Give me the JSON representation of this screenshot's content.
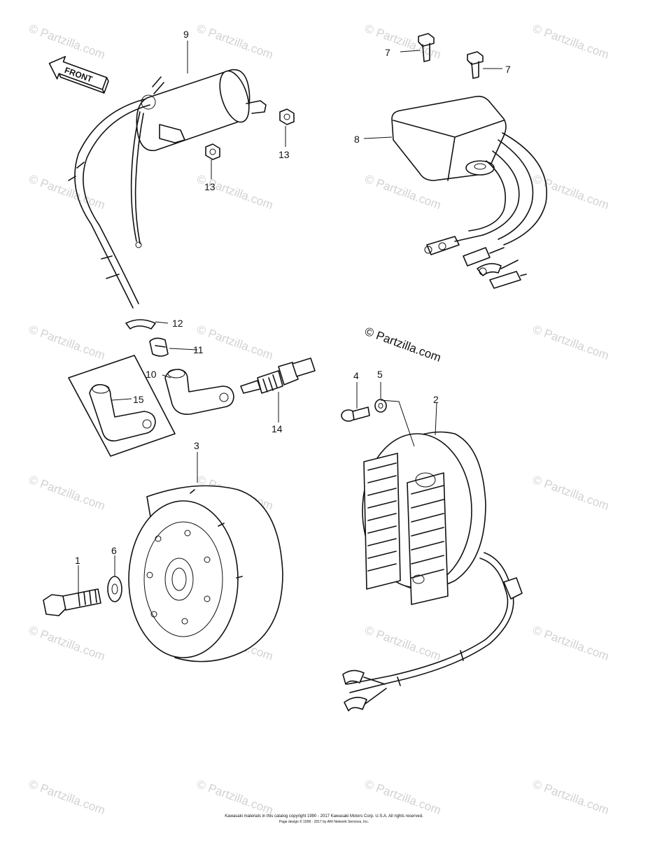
{
  "watermark": "© Partzilla.com",
  "front_label": "FRONT",
  "callouts": {
    "c1": "1",
    "c2": "2",
    "c3": "3",
    "c4": "4",
    "c5": "5",
    "c6": "6",
    "c7a": "7",
    "c7b": "7",
    "c8": "8",
    "c9": "9",
    "c10": "10",
    "c11": "11",
    "c12": "12",
    "c13a": "13",
    "c13b": "13",
    "c14": "14",
    "c15": "15"
  },
  "copyright": {
    "line1": "Kawasaki materials in this catalog copyright 1990 - 2017 Kawasaki Motors Corp. U.S.A. All rights reserved.",
    "line2": "Page design © 1999 - 2017 by ARI Network Services, Inc."
  }
}
